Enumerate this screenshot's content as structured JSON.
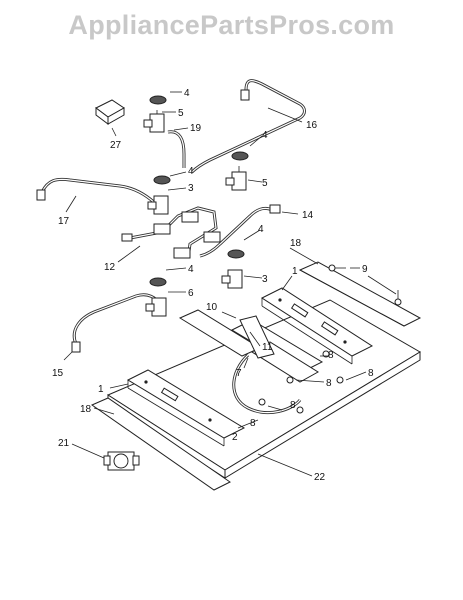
{
  "watermark": "AppliancePartsPros.com",
  "callouts": [
    {
      "id": "c27a",
      "text": "27"
    },
    {
      "id": "c4a",
      "text": "4"
    },
    {
      "id": "c5a",
      "text": "5"
    },
    {
      "id": "c19",
      "text": "19"
    },
    {
      "id": "c16",
      "text": "16"
    },
    {
      "id": "c4b",
      "text": "4"
    },
    {
      "id": "c5b",
      "text": "5"
    },
    {
      "id": "c4c",
      "text": "4"
    },
    {
      "id": "c3a",
      "text": "3"
    },
    {
      "id": "c17",
      "text": "17"
    },
    {
      "id": "c14",
      "text": "14"
    },
    {
      "id": "c4d",
      "text": "4"
    },
    {
      "id": "c12",
      "text": "12"
    },
    {
      "id": "c18a",
      "text": "18"
    },
    {
      "id": "c3b",
      "text": "3"
    },
    {
      "id": "c4e",
      "text": "4"
    },
    {
      "id": "c1a",
      "text": "1"
    },
    {
      "id": "c9",
      "text": "9"
    },
    {
      "id": "c6",
      "text": "6"
    },
    {
      "id": "c10",
      "text": "10"
    },
    {
      "id": "c11",
      "text": "11"
    },
    {
      "id": "c15",
      "text": "15"
    },
    {
      "id": "c8a",
      "text": "8"
    },
    {
      "id": "c7",
      "text": "7"
    },
    {
      "id": "c8b",
      "text": "8"
    },
    {
      "id": "c8c",
      "text": "8"
    },
    {
      "id": "c8d",
      "text": "8"
    },
    {
      "id": "c1b",
      "text": "1"
    },
    {
      "id": "c18b",
      "text": "18"
    },
    {
      "id": "c2",
      "text": "2"
    },
    {
      "id": "c8e",
      "text": "8"
    },
    {
      "id": "c21",
      "text": "21"
    },
    {
      "id": "c22",
      "text": "22"
    }
  ]
}
